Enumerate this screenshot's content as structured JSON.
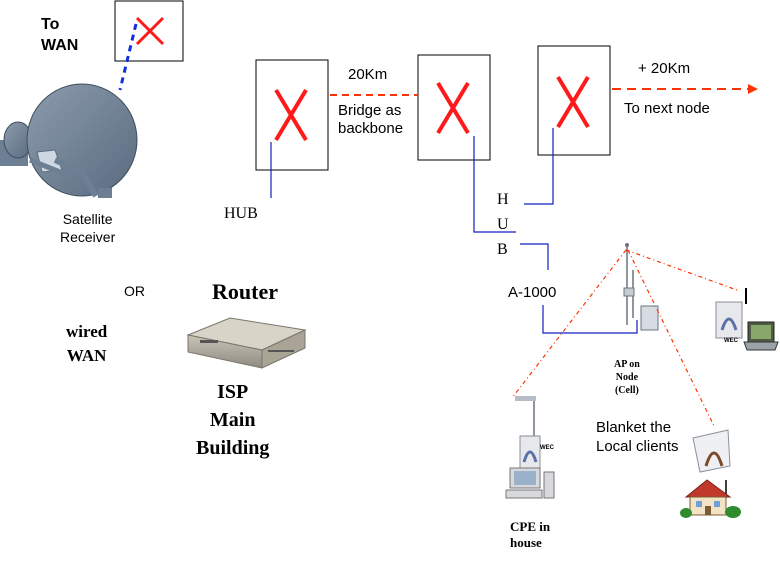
{
  "labels": {
    "to_wan": "To\nWAN",
    "distance_20": "20Km",
    "bridge": "Bridge as\nbackbone",
    "distance_plus": "+ 20Km",
    "next_node": "To next node",
    "satellite": "Satellite\nReceiver",
    "hub_left": "HUB",
    "hub_vertical": [
      "H",
      "U",
      "B"
    ],
    "or": "OR",
    "router": "Router",
    "wired_wan": "wired\nWAN",
    "isp": "ISP\nMain\nBuilding",
    "a1000": "A-1000",
    "ap_node": "AP on\nNode\n(Cell)",
    "blanket": "Blanket the\nLocal clients",
    "cpe": "CPE in\nhouse",
    "wec": "WEC"
  },
  "colors": {
    "x_mark": "#ff1a1a",
    "dash_red": "#ff3300",
    "dash_blue": "#1030e0",
    "link_blue": "#1020c0",
    "dish": "#6d7f93"
  }
}
